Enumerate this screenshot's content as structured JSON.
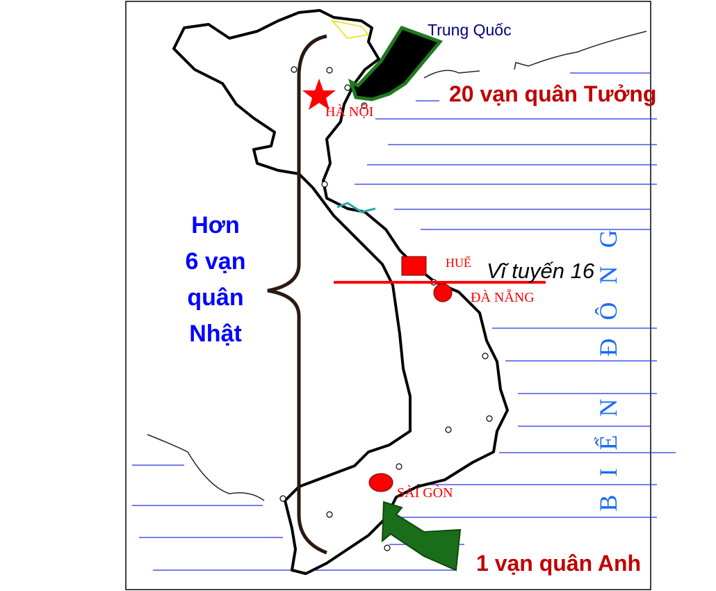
{
  "labels": {
    "china": "Trung Quốc",
    "chiang_troops": "20 vạn quân Tưởng",
    "hanoi": "HÀ NỘI",
    "hue": "HUẾ",
    "danang": "ĐÀ NẴNG",
    "saigon": "SÀI GÒN",
    "parallel": "Vĩ tuyến 16",
    "japan_troops": [
      "Hơn",
      "6 vạn",
      "quân",
      "Nhật"
    ],
    "british_troops": "1 vạn quân Anh",
    "east_sea": "BIỂN ĐÔNG"
  },
  "colors": {
    "red": "#ff0000",
    "dark_red": "#c00000",
    "blue": "#0000ff",
    "navy": "#000080",
    "sea_blue": "#1a6cf0",
    "green": "#1a6e1a"
  }
}
